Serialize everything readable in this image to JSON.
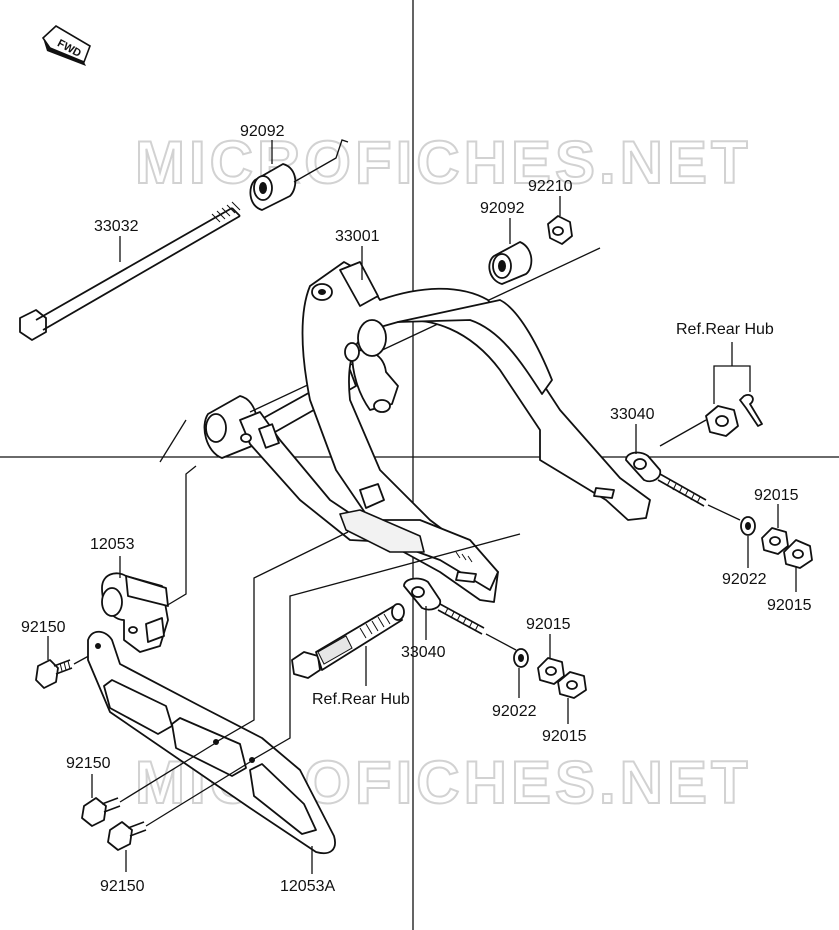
{
  "watermark": "MICROFICHES.NET",
  "fwd_badge": "FWD",
  "labels": {
    "p92092_top": "92092",
    "p33032": "33032",
    "p92210": "92210",
    "p92092_mid": "92092",
    "p33001": "33001",
    "ref_hub_top": "Ref.Rear Hub",
    "p33040_right": "33040",
    "p92015_a": "92015",
    "p92022_right": "92022",
    "p92015_b": "92015",
    "p12053": "12053",
    "p92150_a": "92150",
    "p33040_mid": "33040",
    "p92015_c": "92015",
    "ref_hub_mid": "Ref.Rear Hub",
    "p92022_mid": "92022",
    "p92015_d": "92015",
    "p92150_b": "92150",
    "p92150_c": "92150",
    "p12053A": "12053A"
  }
}
